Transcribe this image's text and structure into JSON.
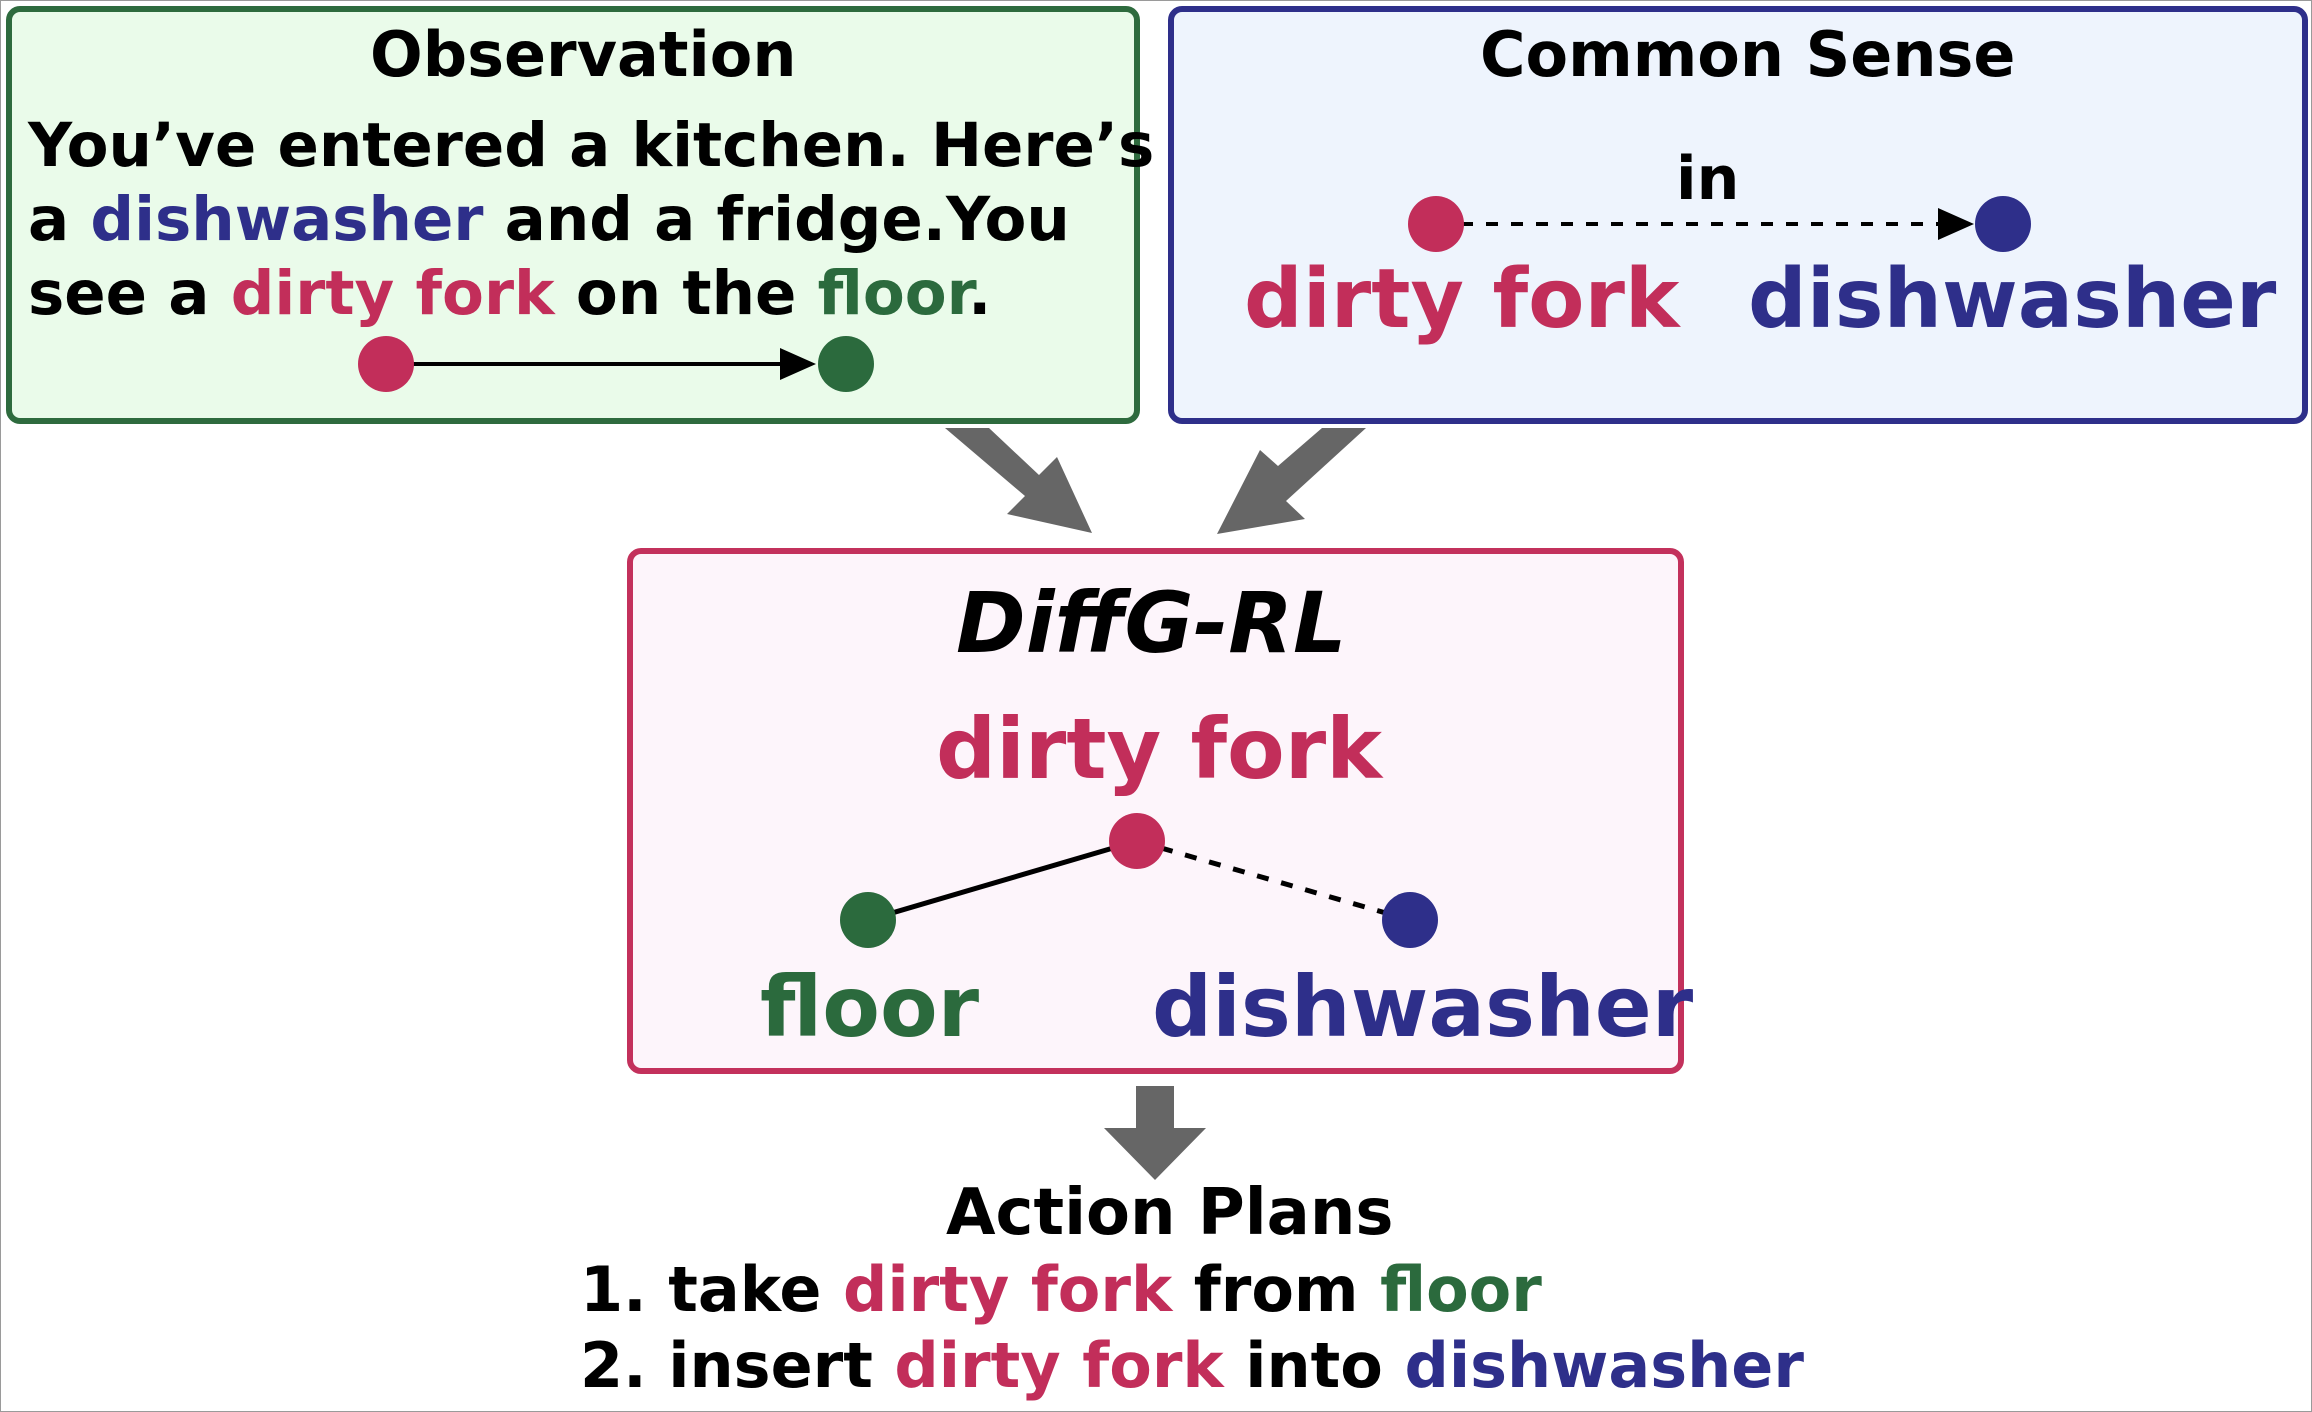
{
  "observation": {
    "title": "Observation",
    "line1": {
      "a": "You’ve entered a kitchen. Here’s"
    },
    "line2": {
      "a": "a ",
      "b": "dishwasher",
      "c": " and a fridge.You"
    },
    "line3": {
      "a": "see a ",
      "b": "dirty fork",
      "c": " on the ",
      "d": "floor",
      "e": "."
    }
  },
  "common_sense": {
    "title": "Common Sense",
    "relation": "in",
    "from_label": "dirty fork",
    "to_label": "dishwasher"
  },
  "diffg": {
    "title": "DiffG-RL",
    "node_top": "dirty fork",
    "node_left": "floor",
    "node_right": "dishwasher"
  },
  "action_plans": {
    "title": "Action Plans",
    "plan1": {
      "num": "1. take ",
      "obj": "dirty fork",
      "mid": " from ",
      "loc": "floor"
    },
    "plan2": {
      "num": "2. insert ",
      "obj": "dirty fork",
      "mid": " into ",
      "loc": "dishwasher"
    }
  },
  "colors": {
    "object": "#c22e5a",
    "location_floor": "#2b6a3d",
    "location_dishwasher": "#2e2f8a",
    "arrow": "#666666"
  }
}
